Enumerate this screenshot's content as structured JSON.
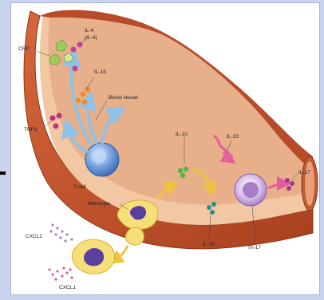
{
  "diagram": {
    "labels": {
      "crp": "CRP",
      "il4": "IL-4",
      "il4_alt": "(IL-4)",
      "il1b": "IL-1ß",
      "blood_vessel": "Blood vessel",
      "tnfa": "TNFα",
      "tcell": "T-cell",
      "il10": "IL-10",
      "il23": "IL-23",
      "il17": "IL-17",
      "monocyte": "Monocyte",
      "cxcl2": "CXCL2",
      "il22": "IL-22",
      "th17": "Th-17",
      "cxcl1": "CXCL1"
    },
    "colors": {
      "vessel_outer": "#c0542f",
      "vessel_inner": "#f2c7a3",
      "crp": "#9bcf5d",
      "il4": "#c2419a",
      "il1b": "#f08a2a",
      "tnfa": "#c0327f",
      "il10": "#53b448",
      "il22": "#2a8f8f",
      "il23": "#e9679f",
      "il17": "#a43a8c",
      "tcell": "#5c8fd6",
      "th17": "#c9a4dc",
      "monocyte": "#f6df78",
      "chemokine": "#a67ec7",
      "arrow_blue": "#8fc2e6",
      "arrow_yellow": "#f0c33a",
      "arrow_pink": "#e45c9b"
    }
  }
}
